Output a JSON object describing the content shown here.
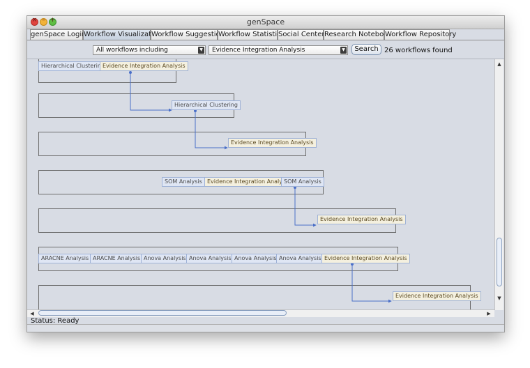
{
  "window": {
    "title": "genSpace",
    "close_glyph": "×",
    "minimize_glyph": "–",
    "maximize_glyph": "+"
  },
  "tabs": [
    {
      "label": "genSpace Login",
      "selected": false
    },
    {
      "label": "Workflow Visualization",
      "selected": true
    },
    {
      "label": "Workflow Suggestions",
      "selected": false
    },
    {
      "label": "Workflow Statistics",
      "selected": false
    },
    {
      "label": "Social Center",
      "selected": false
    },
    {
      "label": "Research Notebook",
      "selected": false
    },
    {
      "label": "Workflow Repository",
      "selected": false
    }
  ],
  "toolbar": {
    "filter_mode": "All workflows including",
    "tool": "Evidence Integration Analysis",
    "search_label": "Search",
    "result_text": "26 workflows found"
  },
  "workflows": [
    {
      "nodes": [
        {
          "label": "Hierarchical Clustering",
          "kind": "blue"
        },
        {
          "label": "Evidence Integration Analysis",
          "kind": "tan"
        }
      ]
    },
    {
      "nodes": [
        {
          "label": "Hierarchical Clustering",
          "kind": "blue"
        }
      ]
    },
    {
      "nodes": [
        {
          "label": "Evidence Integration Analysis",
          "kind": "tan"
        }
      ]
    },
    {
      "nodes": [
        {
          "label": "SOM Analysis",
          "kind": "blue"
        },
        {
          "label": "Evidence Integration Analysis",
          "kind": "tan"
        },
        {
          "label": "SOM Analysis",
          "kind": "blue"
        }
      ]
    },
    {
      "nodes": [
        {
          "label": "Evidence Integration Analysis",
          "kind": "tan"
        }
      ]
    },
    {
      "nodes": [
        {
          "label": "ARACNE Analysis",
          "kind": "blue"
        },
        {
          "label": "ARACNE Analysis",
          "kind": "blue"
        },
        {
          "label": "Anova Analysis",
          "kind": "blue"
        },
        {
          "label": "Anova Analysis",
          "kind": "blue"
        },
        {
          "label": "Anova Analysis",
          "kind": "blue"
        },
        {
          "label": "Anova Analysis",
          "kind": "blue"
        },
        {
          "label": "Evidence Integration Analysis",
          "kind": "tan"
        }
      ]
    },
    {
      "nodes": [
        {
          "label": "Evidence Integration Analysis",
          "kind": "tan"
        }
      ]
    }
  ],
  "status": {
    "text": "Status: Ready"
  },
  "colors": {
    "edge": "#4a6fc8",
    "node_blue": "#dfe6f4",
    "node_tan": "#f4f0df"
  },
  "icons": {
    "dropdown": "dropdown-arrow-icon",
    "scroll_up": "scroll-up-arrow-icon",
    "scroll_down": "scroll-down-arrow-icon",
    "scroll_left": "scroll-left-arrow-icon",
    "scroll_right": "scroll-right-arrow-icon"
  }
}
